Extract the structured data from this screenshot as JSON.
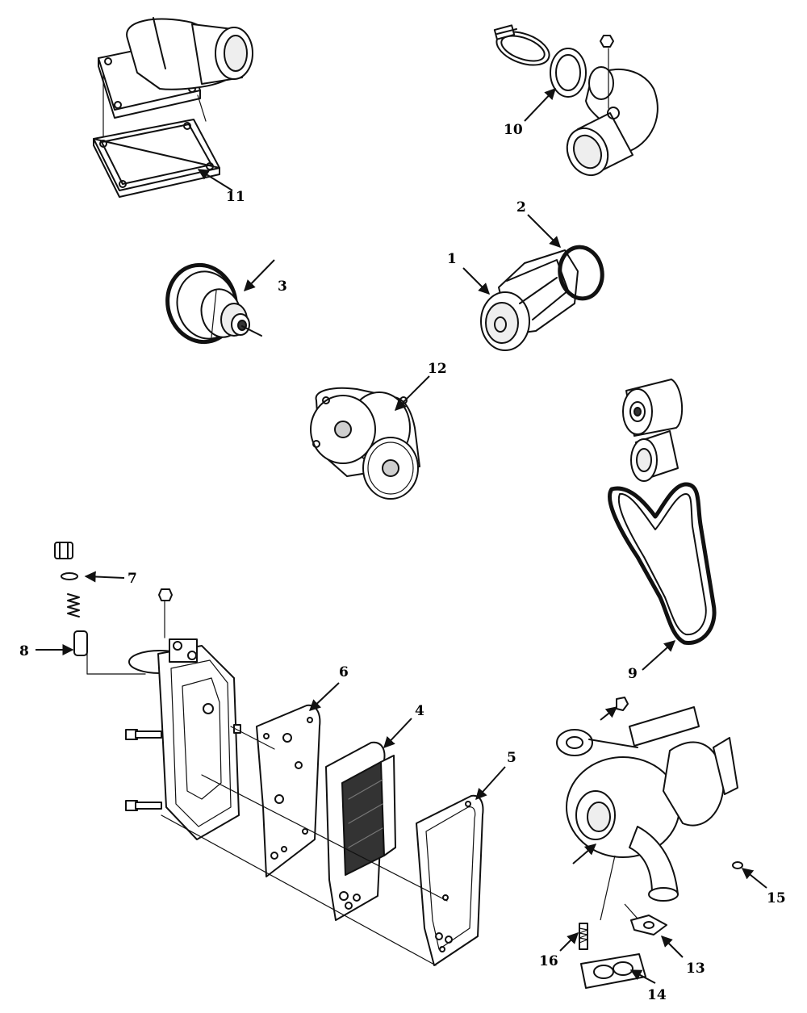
{
  "callouts": {
    "n1": "1",
    "n2": "2",
    "n3": "3",
    "n4": "4",
    "n5": "5",
    "n6": "6",
    "n7": "7",
    "n8": "8",
    "n9": "9",
    "n10": "10",
    "n11": "11",
    "n12": "12",
    "n13": "13",
    "n14": "14",
    "n15": "15",
    "n16": "16"
  },
  "colors": {
    "ink": "#111111",
    "paper": "#ffffff"
  }
}
